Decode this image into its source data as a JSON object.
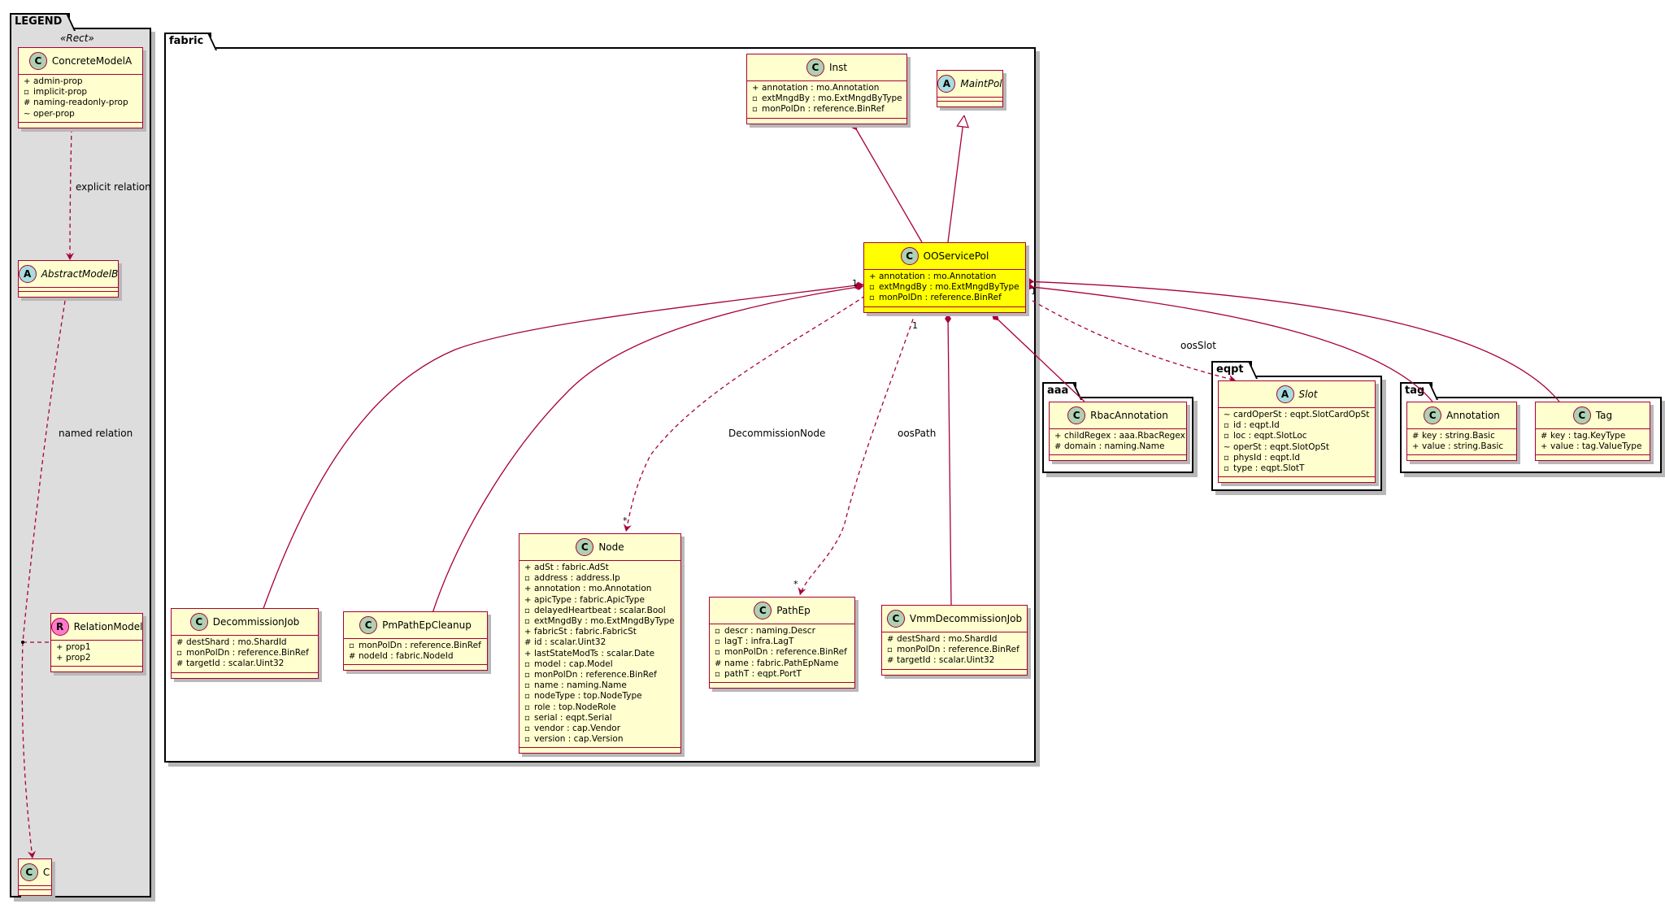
{
  "packages": {
    "legend": "LEGEND",
    "fabric": "fabric",
    "aaa": "aaa",
    "eqpt": "eqpt",
    "tag": "tag"
  },
  "legend": {
    "stereotype": "«Rect»",
    "concrete": {
      "name": "ConcreteModelA",
      "icon": "C",
      "attrs": [
        {
          "vis": "+",
          "text": "admin-prop"
        },
        {
          "vis": "▫",
          "text": "implicit-prop"
        },
        {
          "vis": "#",
          "text": "naming-readonly-prop"
        },
        {
          "vis": "~",
          "text": "oper-prop"
        }
      ]
    },
    "abstract": {
      "name": "AbstractModelB",
      "icon": "A"
    },
    "relation": {
      "name": "RelationModel",
      "icon": "R",
      "attrs": [
        {
          "vis": "+",
          "text": "prop1"
        },
        {
          "vis": "+",
          "text": "prop2"
        }
      ]
    },
    "c": {
      "name": "C",
      "icon": "C"
    },
    "labels": {
      "explicit": "explicit relation",
      "named": "named relation"
    }
  },
  "classes": {
    "inst": {
      "name": "Inst",
      "icon": "C",
      "attrs": [
        {
          "vis": "+",
          "text": "annotation : mo.Annotation"
        },
        {
          "vis": "▫",
          "text": "extMngdBy : mo.ExtMngdByType"
        },
        {
          "vis": "▫",
          "text": "monPolDn : reference.BinRef"
        }
      ]
    },
    "maintpol": {
      "name": "MaintPol",
      "icon": "A"
    },
    "ooservicepol": {
      "name": "OOServicePol",
      "icon": "C",
      "attrs": [
        {
          "vis": "+",
          "text": "annotation : mo.Annotation"
        },
        {
          "vis": "▫",
          "text": "extMngdBy : mo.ExtMngdByType"
        },
        {
          "vis": "▫",
          "text": "monPolDn : reference.BinRef"
        }
      ]
    },
    "decommissionjob": {
      "name": "DecommissionJob",
      "icon": "C",
      "attrs": [
        {
          "vis": "#",
          "text": "destShard : mo.ShardId"
        },
        {
          "vis": "▫",
          "text": "monPolDn : reference.BinRef"
        },
        {
          "vis": "#",
          "text": "targetId : scalar.Uint32"
        }
      ]
    },
    "pmpathepcleanup": {
      "name": "PmPathEpCleanup",
      "icon": "C",
      "attrs": [
        {
          "vis": "▫",
          "text": "monPolDn : reference.BinRef"
        },
        {
          "vis": "#",
          "text": "nodeId : fabric.NodeId"
        }
      ]
    },
    "node": {
      "name": "Node",
      "icon": "C",
      "attrs": [
        {
          "vis": "+",
          "text": "adSt : fabric.AdSt"
        },
        {
          "vis": "▫",
          "text": "address : address.Ip"
        },
        {
          "vis": "+",
          "text": "annotation : mo.Annotation"
        },
        {
          "vis": "+",
          "text": "apicType : fabric.ApicType"
        },
        {
          "vis": "▫",
          "text": "delayedHeartbeat : scalar.Bool"
        },
        {
          "vis": "▫",
          "text": "extMngdBy : mo.ExtMngdByType"
        },
        {
          "vis": "+",
          "text": "fabricSt : fabric.FabricSt"
        },
        {
          "vis": "#",
          "text": "id : scalar.Uint32"
        },
        {
          "vis": "+",
          "text": "lastStateModTs : scalar.Date"
        },
        {
          "vis": "▫",
          "text": "model : cap.Model"
        },
        {
          "vis": "▫",
          "text": "monPolDn : reference.BinRef"
        },
        {
          "vis": "▫",
          "text": "name : naming.Name"
        },
        {
          "vis": "▫",
          "text": "nodeType : top.NodeType"
        },
        {
          "vis": "▫",
          "text": "role : top.NodeRole"
        },
        {
          "vis": "▫",
          "text": "serial : eqpt.Serial"
        },
        {
          "vis": "▫",
          "text": "vendor : cap.Vendor"
        },
        {
          "vis": "▫",
          "text": "version : cap.Version"
        }
      ]
    },
    "pathep": {
      "name": "PathEp",
      "icon": "C",
      "attrs": [
        {
          "vis": "▫",
          "text": "descr : naming.Descr"
        },
        {
          "vis": "▫",
          "text": "lagT : infra.LagT"
        },
        {
          "vis": "▫",
          "text": "monPolDn : reference.BinRef"
        },
        {
          "vis": "#",
          "text": "name : fabric.PathEpName"
        },
        {
          "vis": "▫",
          "text": "pathT : eqpt.PortT"
        }
      ]
    },
    "vmmdecommissionjob": {
      "name": "VmmDecommissionJob",
      "icon": "C",
      "attrs": [
        {
          "vis": "#",
          "text": "destShard : mo.ShardId"
        },
        {
          "vis": "▫",
          "text": "monPolDn : reference.BinRef"
        },
        {
          "vis": "#",
          "text": "targetId : scalar.Uint32"
        }
      ]
    },
    "rbacannotation": {
      "name": "RbacAnnotation",
      "icon": "C",
      "attrs": [
        {
          "vis": "+",
          "text": "childRegex : aaa.RbacRegex"
        },
        {
          "vis": "#",
          "text": "domain : naming.Name"
        }
      ]
    },
    "slot": {
      "name": "Slot",
      "icon": "A",
      "attrs": [
        {
          "vis": "~",
          "text": "cardOperSt : eqpt.SlotCardOpSt"
        },
        {
          "vis": "▫",
          "text": "id : eqpt.Id"
        },
        {
          "vis": "▫",
          "text": "loc : eqpt.SlotLoc"
        },
        {
          "vis": "~",
          "text": "operSt : eqpt.SlotOpSt"
        },
        {
          "vis": "▫",
          "text": "physId : eqpt.Id"
        },
        {
          "vis": "▫",
          "text": "type : eqpt.SlotT"
        }
      ]
    },
    "annotation": {
      "name": "Annotation",
      "icon": "C",
      "attrs": [
        {
          "vis": "#",
          "text": "key : string.Basic"
        },
        {
          "vis": "+",
          "text": "value : string.Basic"
        }
      ]
    },
    "tag": {
      "name": "Tag",
      "icon": "C",
      "attrs": [
        {
          "vis": "#",
          "text": "key : tag.KeyType"
        },
        {
          "vis": "+",
          "text": "value : tag.ValueType"
        }
      ]
    }
  },
  "edge_labels": {
    "decommission_node": "DecommissionNode",
    "oos_path": "oosPath",
    "oos_slot": "oosSlot",
    "one_a": "1",
    "one_b": "1",
    "one_c": "1",
    "many_node": "*",
    "many_path": "*"
  },
  "colors": {
    "class_fill": "#fefece",
    "class_border": "#a80036",
    "highlight_fill": "#ffff00",
    "legend_fill": "#dddddd"
  }
}
